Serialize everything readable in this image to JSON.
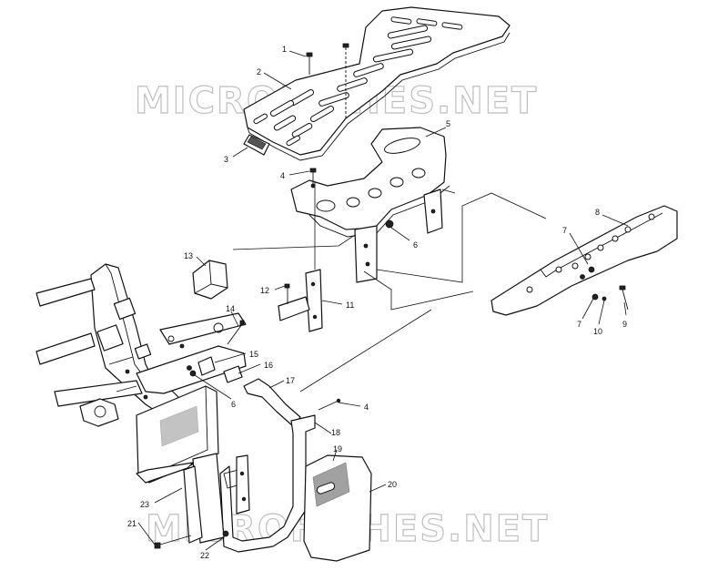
{
  "watermark": {
    "text_top": "MICROFICHES.NET",
    "text_bottom": "MICROFICHES.NET"
  },
  "callouts": {
    "c1": "1",
    "c2": "2",
    "c3": "3",
    "c4a": "4",
    "c4b": "4",
    "c5": "5",
    "c6a": "6",
    "c6b": "6",
    "c7a": "7",
    "c7b": "7",
    "c8": "8",
    "c9": "9",
    "c10": "10",
    "c11": "11",
    "c12": "12",
    "c13": "13",
    "c14": "14",
    "c15": "15",
    "c16": "16",
    "c17": "17",
    "c18": "18",
    "c19": "19",
    "c20": "20",
    "c21": "21",
    "c22": "22",
    "c23": "23"
  },
  "colors": {
    "line": "#111111",
    "background": "#ffffff",
    "watermark": "#bfbfbf"
  }
}
